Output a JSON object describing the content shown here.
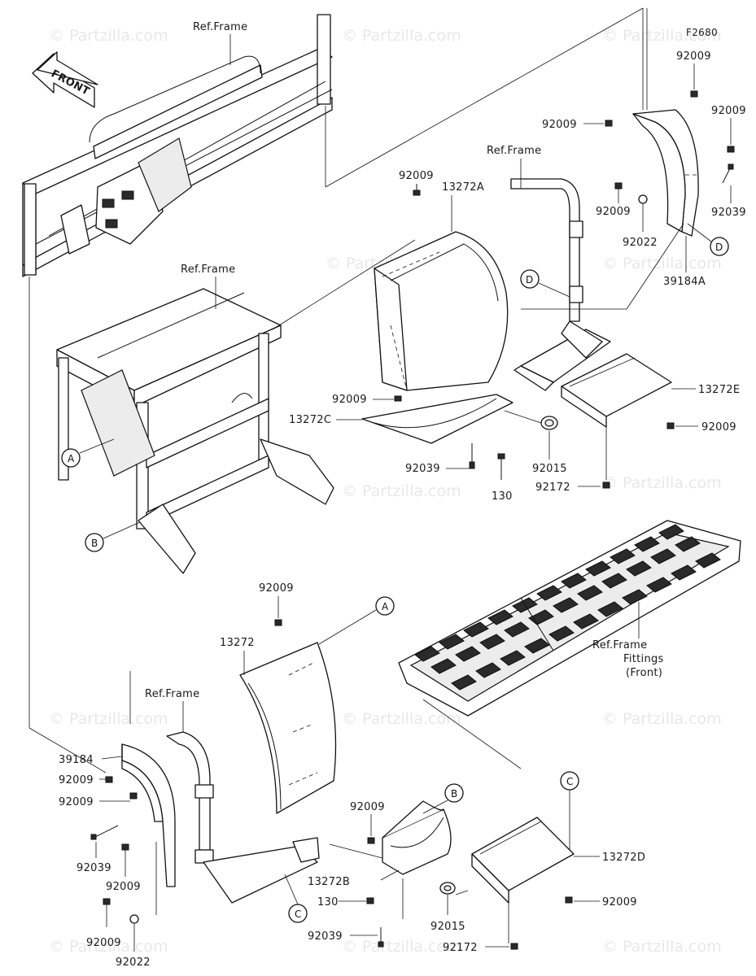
{
  "figure_code": "F2680",
  "front_label": "FRONT",
  "callout_letters": {
    "a": "A",
    "b": "B",
    "c": "C",
    "d": "D"
  },
  "watermark": "© Partzilla.com",
  "labels": {
    "ref_frame": "Ref.Frame",
    "fittings_line1": "Ref.Frame",
    "fittings_line2": "Fittings",
    "fittings_line3": "(Front)",
    "p92009": "92009",
    "p92039": "92039",
    "p92022": "92022",
    "p39184A": "39184A",
    "p39184": "39184",
    "p13272A": "13272A",
    "p13272C": "13272C",
    "p13272E": "13272E",
    "p13272": "13272",
    "p13272B": "13272B",
    "p13272D": "13272D",
    "p92015": "92015",
    "p92172": "92172",
    "p130": "130"
  }
}
